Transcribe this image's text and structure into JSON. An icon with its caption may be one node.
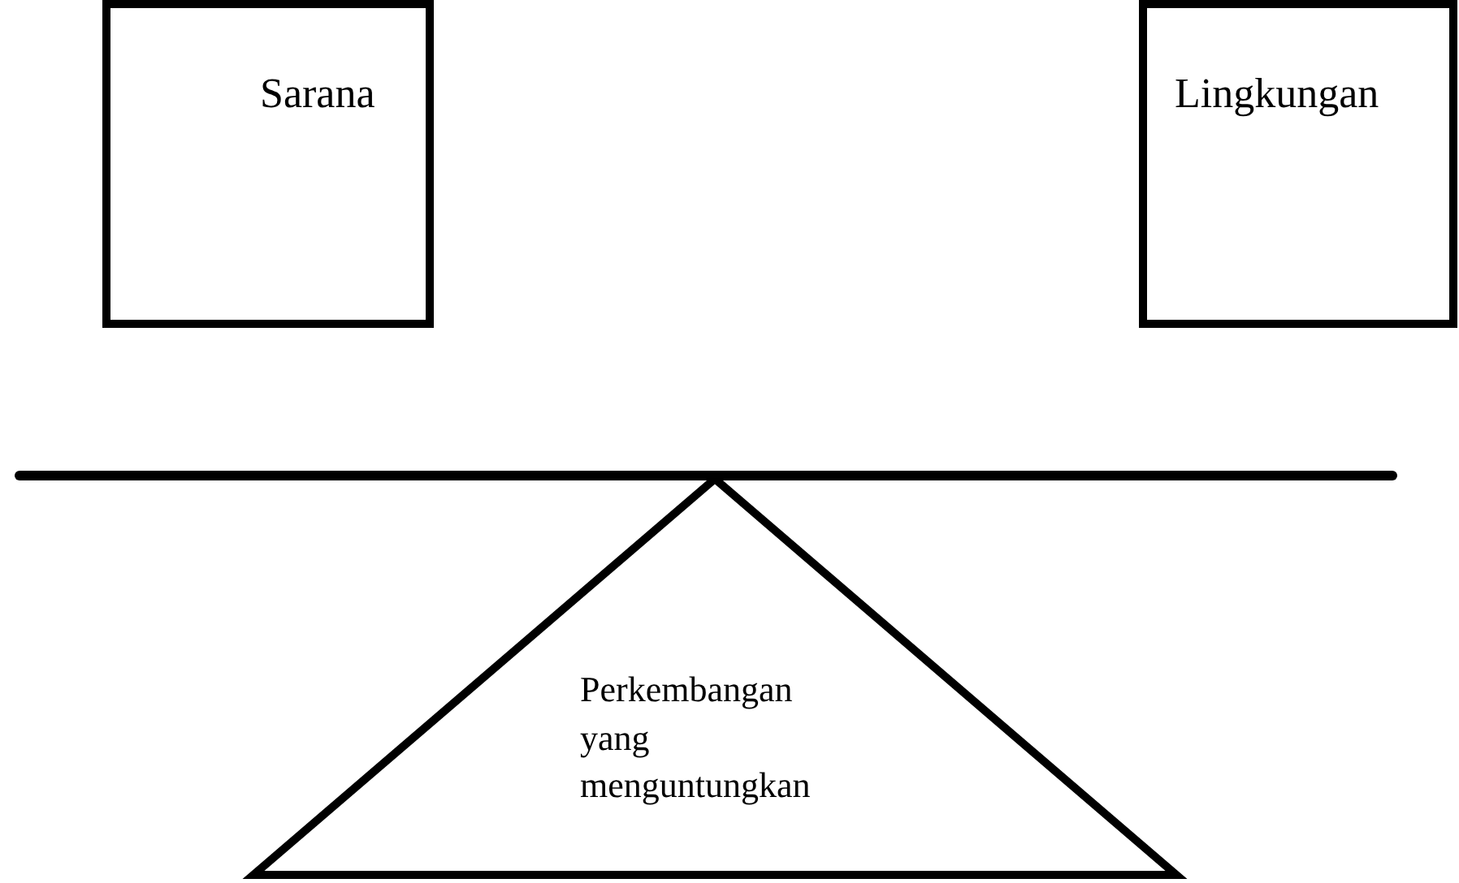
{
  "diagram": {
    "nodes": [
      {
        "text": [
          "Sarana"
        ]
      },
      {
        "text": [
          "Lingkungan"
        ]
      },
      {
        "text": [
          "Perkembangan yang menguntungkan"
        ]
      }
    ]
  }
}
